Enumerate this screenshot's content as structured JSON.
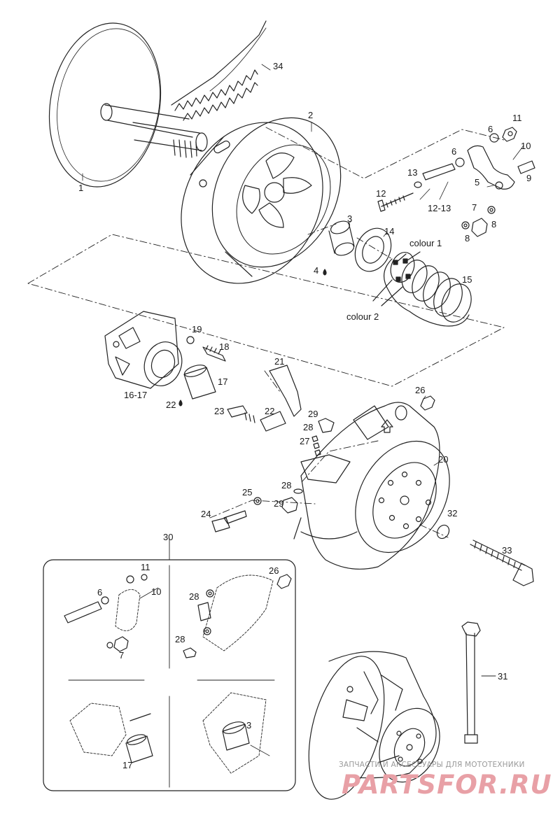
{
  "callouts": [
    {
      "id": "c1",
      "text": "1"
    },
    {
      "id": "c2",
      "text": "2"
    },
    {
      "id": "c34",
      "text": "34"
    },
    {
      "id": "c11a",
      "text": "11"
    },
    {
      "id": "c6a",
      "text": "6"
    },
    {
      "id": "c6b",
      "text": "6"
    },
    {
      "id": "c10a",
      "text": "10"
    },
    {
      "id": "c13",
      "text": "13"
    },
    {
      "id": "c5",
      "text": "5"
    },
    {
      "id": "c9",
      "text": "9"
    },
    {
      "id": "c12",
      "text": "12"
    },
    {
      "id": "c1213",
      "text": "12-13"
    },
    {
      "id": "c7a",
      "text": "7"
    },
    {
      "id": "c8a",
      "text": "8"
    },
    {
      "id": "c8b",
      "text": "8"
    },
    {
      "id": "c3a",
      "text": "3"
    },
    {
      "id": "c14",
      "text": "14"
    },
    {
      "id": "cc1",
      "text": "colour 1"
    },
    {
      "id": "c4",
      "text": "4"
    },
    {
      "id": "c15",
      "text": "15"
    },
    {
      "id": "cc2",
      "text": "colour 2"
    },
    {
      "id": "c19",
      "text": "19"
    },
    {
      "id": "c18",
      "text": "18"
    },
    {
      "id": "c21",
      "text": "21"
    },
    {
      "id": "c17a",
      "text": "17"
    },
    {
      "id": "c1617",
      "text": "16-17"
    },
    {
      "id": "c22a",
      "text": "22"
    },
    {
      "id": "c26a",
      "text": "26"
    },
    {
      "id": "c23",
      "text": "23"
    },
    {
      "id": "c22b",
      "text": "22"
    },
    {
      "id": "c29a",
      "text": "29"
    },
    {
      "id": "c28a",
      "text": "28"
    },
    {
      "id": "c27",
      "text": "27"
    },
    {
      "id": "c20",
      "text": "20"
    },
    {
      "id": "c28b",
      "text": "28"
    },
    {
      "id": "c25",
      "text": "25"
    },
    {
      "id": "c29b",
      "text": "29"
    },
    {
      "id": "c24",
      "text": "24"
    },
    {
      "id": "c32",
      "text": "32"
    },
    {
      "id": "c33",
      "text": "33"
    },
    {
      "id": "c30",
      "text": "30"
    },
    {
      "id": "c11b",
      "text": "11"
    },
    {
      "id": "c6c",
      "text": "6"
    },
    {
      "id": "c10b",
      "text": "10"
    },
    {
      "id": "c26b",
      "text": "26"
    },
    {
      "id": "c28c",
      "text": "28"
    },
    {
      "id": "c7b",
      "text": "7"
    },
    {
      "id": "c28d",
      "text": "28"
    },
    {
      "id": "c31",
      "text": "31"
    },
    {
      "id": "c3b",
      "text": "3"
    },
    {
      "id": "c17b",
      "text": "17"
    }
  ],
  "watermark": {
    "line1": "ЗАПЧАСТИ И АКСЕССУАРЫ ДЛЯ МОТОТЕХНИКИ",
    "line2": "PARTSFOR.RU"
  },
  "colors": {
    "ink": "#1a1a1a",
    "watermark_text": "#9a9a9a",
    "watermark_logo": "#e8a0a6"
  }
}
